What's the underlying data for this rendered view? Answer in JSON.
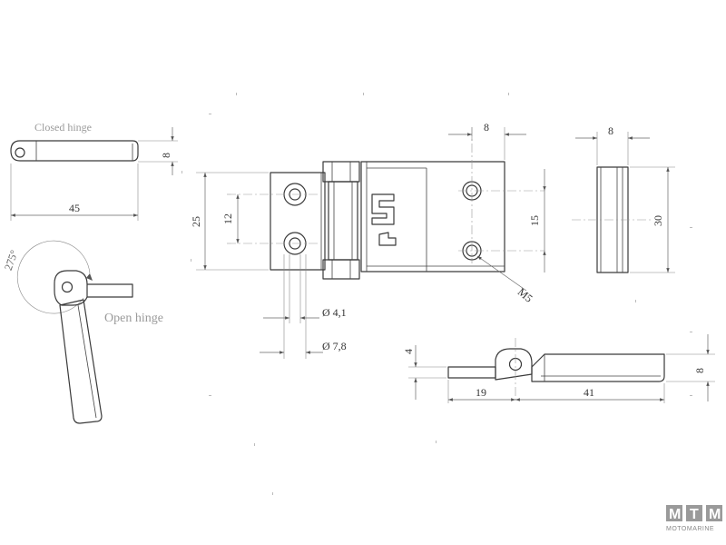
{
  "views": {
    "closed_hinge": {
      "title": "Closed hinge",
      "dim_height": "8",
      "dim_length": "45"
    },
    "open_hinge": {
      "title": "Open hinge",
      "angle": "275°"
    },
    "front_view": {
      "dim_outer_height": "25",
      "dim_hole_spacing_left": "12",
      "dim_hole_spacing_right": "15",
      "dim_offset_top": "8",
      "dim_small_hole": "Ø 4,1",
      "dim_large_hole": "Ø 7,8",
      "thread_callout": "M5"
    },
    "end_view": {
      "dim_thickness": "8",
      "dim_height": "30"
    },
    "side_view": {
      "dim_leaf_thickness": "4",
      "dim_total_height": "8",
      "dim_short_leaf": "19",
      "dim_long_leaf": "41"
    }
  },
  "logo": {
    "letters": [
      "M",
      "T",
      "M"
    ],
    "wordmark": "MOTOMARINE"
  }
}
